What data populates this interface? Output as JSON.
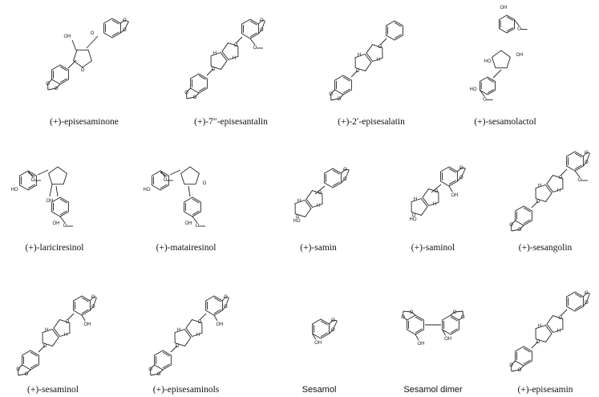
{
  "compounds": [
    {
      "label": "(+)-episesaminone",
      "kind": "ketone"
    },
    {
      "label": "(+)-7″-episesantalin",
      "kind": "furofuran-methoxy"
    },
    {
      "label": "(+)-2′-episesalatin",
      "kind": "furofuran-trimethoxy"
    },
    {
      "label": "(+)-sesamolactol",
      "kind": "lactol"
    },
    {
      "label": "(+)-lariciresinol",
      "kind": "thf-guaiacyl"
    },
    {
      "label": "(+)-matairesinol",
      "kind": "lactone"
    },
    {
      "label": "(+)-samin",
      "kind": "samin"
    },
    {
      "label": "(+)-saminol",
      "kind": "samin-oh"
    },
    {
      "label": "(+)-sesangolin",
      "kind": "furofuran-methoxy"
    },
    {
      "label": "(+)-sesaminol",
      "kind": "furofuran-oh"
    },
    {
      "label": "(+)-episesaminols",
      "kind": "furofuran-oh"
    },
    {
      "label": "Sesamol",
      "kind": "sesamol"
    },
    {
      "label": "Sesamol dimer",
      "kind": "dimer"
    },
    {
      "label": "(+)-episesamin",
      "kind": "furofuran"
    }
  ],
  "atoms": {
    "O": "O",
    "OH": "OH",
    "HO": "HO",
    "H": "H"
  }
}
